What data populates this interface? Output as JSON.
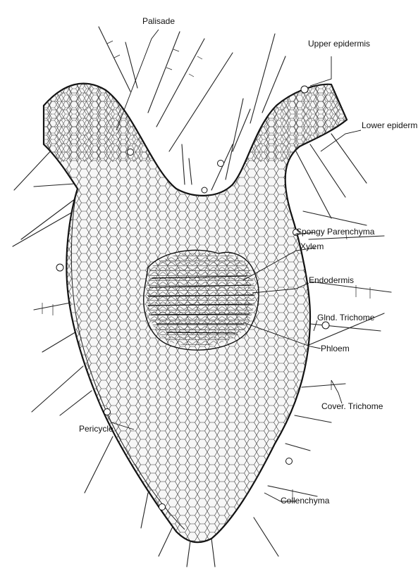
{
  "diagram": {
    "labels": {
      "palisade": "Palisade",
      "upper_epidermis": "Upper epidermis",
      "lower_epidermis": "Lower epidermis",
      "spongy_parenchyma": "Spongy Parenchyma",
      "xylem": "Xylem",
      "endodermis": "Endodermis",
      "glnd_trichome": "Glnd. Trichome",
      "phloem": "Phloem",
      "cover_trichome": "Cover. Trichome",
      "pericycle": "Pericycle",
      "collenchyma": "Collenchyma"
    }
  }
}
